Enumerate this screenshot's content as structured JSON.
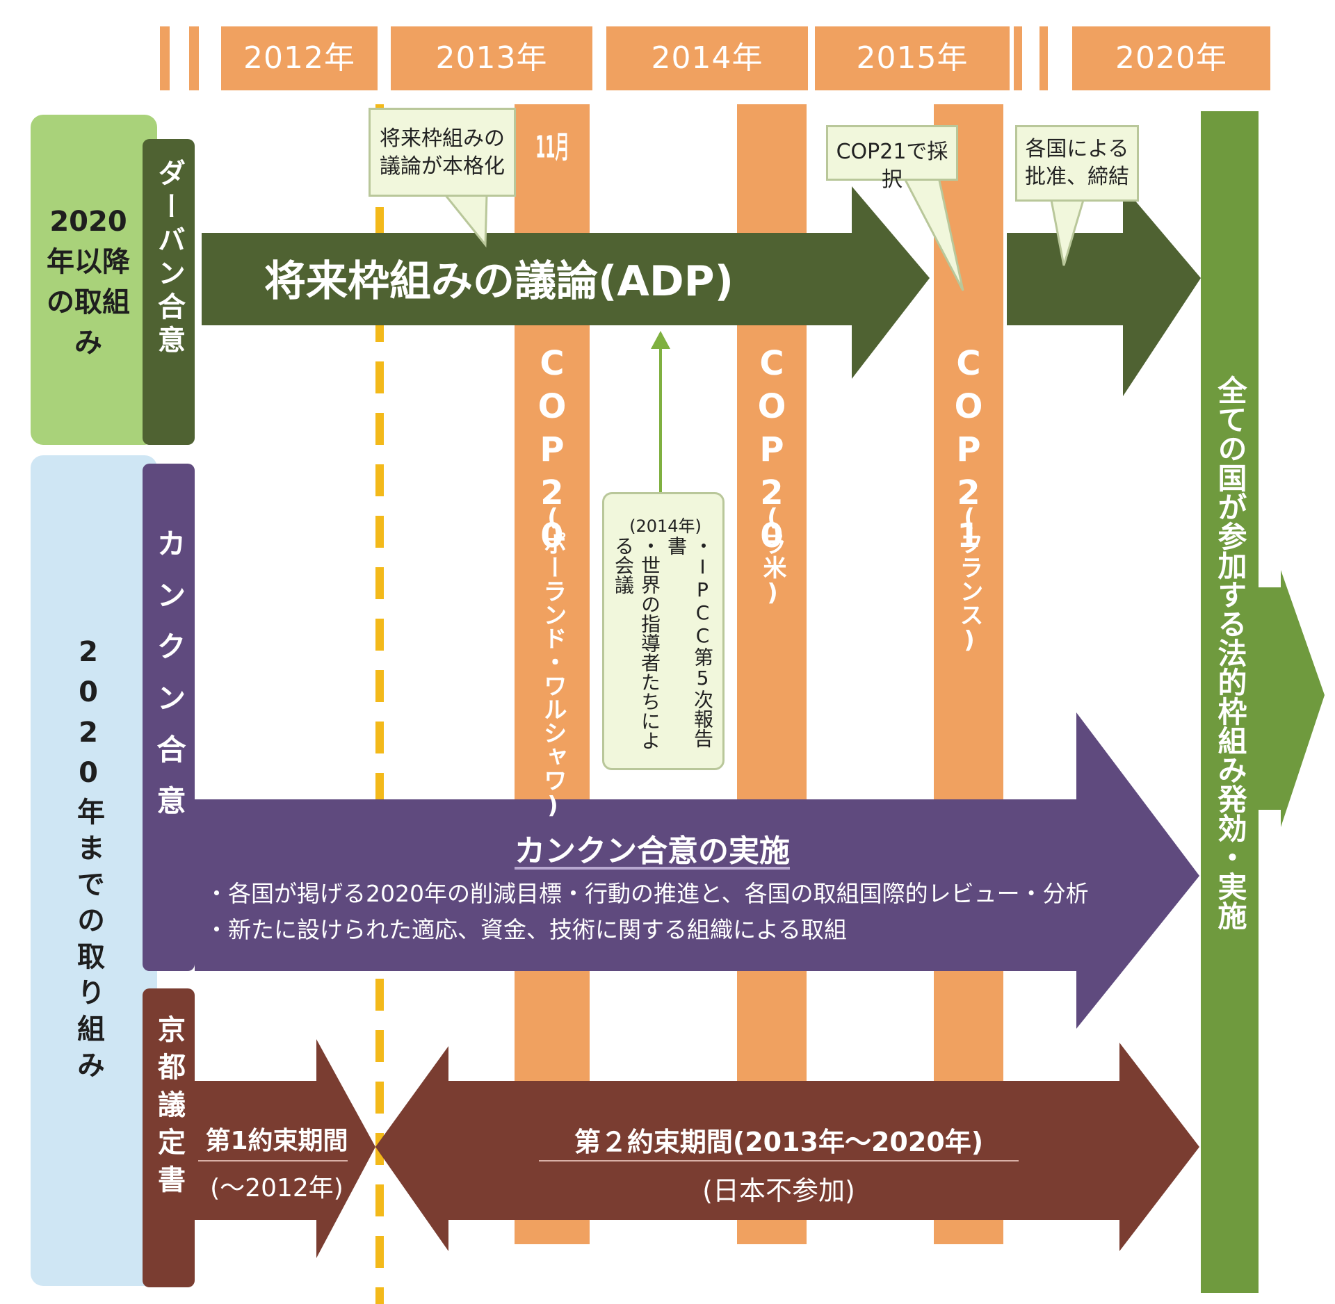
{
  "years": [
    "2012年",
    "2013年",
    "2014年",
    "2015年",
    "2020年"
  ],
  "sections": {
    "after_2020": "2020年以降の取組み",
    "before_2020": "2020年までの取り組み"
  },
  "agreements": {
    "durban": "ダーバン合意",
    "cancun": "カンクン合意",
    "kyoto": "京都議定書"
  },
  "adp": {
    "title": "将来枠組みの議論(ADP)",
    "note_start": "将来枠組みの議論が本格化",
    "note_cop21": "COP21で採択",
    "note_ratify": "各国による批准、締結"
  },
  "cop": {
    "cop19_month": "11月",
    "cop19_name": "COP20",
    "cop19_place": "(ポーランド・ワルシャワ)",
    "cop20_name": "COP20",
    "cop20_place": "(ラ米)",
    "cop21_name": "COP21",
    "cop21_place": "(フランス)"
  },
  "ipcc": {
    "year": "(2014年)",
    "line1": "・IPCC第5次報告書",
    "line2": "・世界の指導者たちによる会議"
  },
  "cancun_impl": {
    "title": "カンクン合意の実施",
    "bullet1": "・各国が掲げる2020年の削減目標・行動の推進と、各国の取組国際的レビュー・分析",
    "bullet2": "・新たに設けられた適応、資金、技術に関する組織による取組"
  },
  "kyoto_periods": {
    "first_title": "第1約束期間",
    "first_range": "(～2012年)",
    "second_title": "第２約束期間(2013年～2020年)",
    "second_note": "(日本不参加)"
  },
  "final": {
    "label": "全ての国が参加する法的枠組み発効・実施"
  },
  "colors": {
    "orange": "#f0a160",
    "dark_green": "#4f6232",
    "purple": "#5f4a7e",
    "brown": "#7a3d31",
    "light_green": "#a9d27a",
    "light_blue": "#cfe6f4",
    "final_green": "#6f9a3e"
  }
}
